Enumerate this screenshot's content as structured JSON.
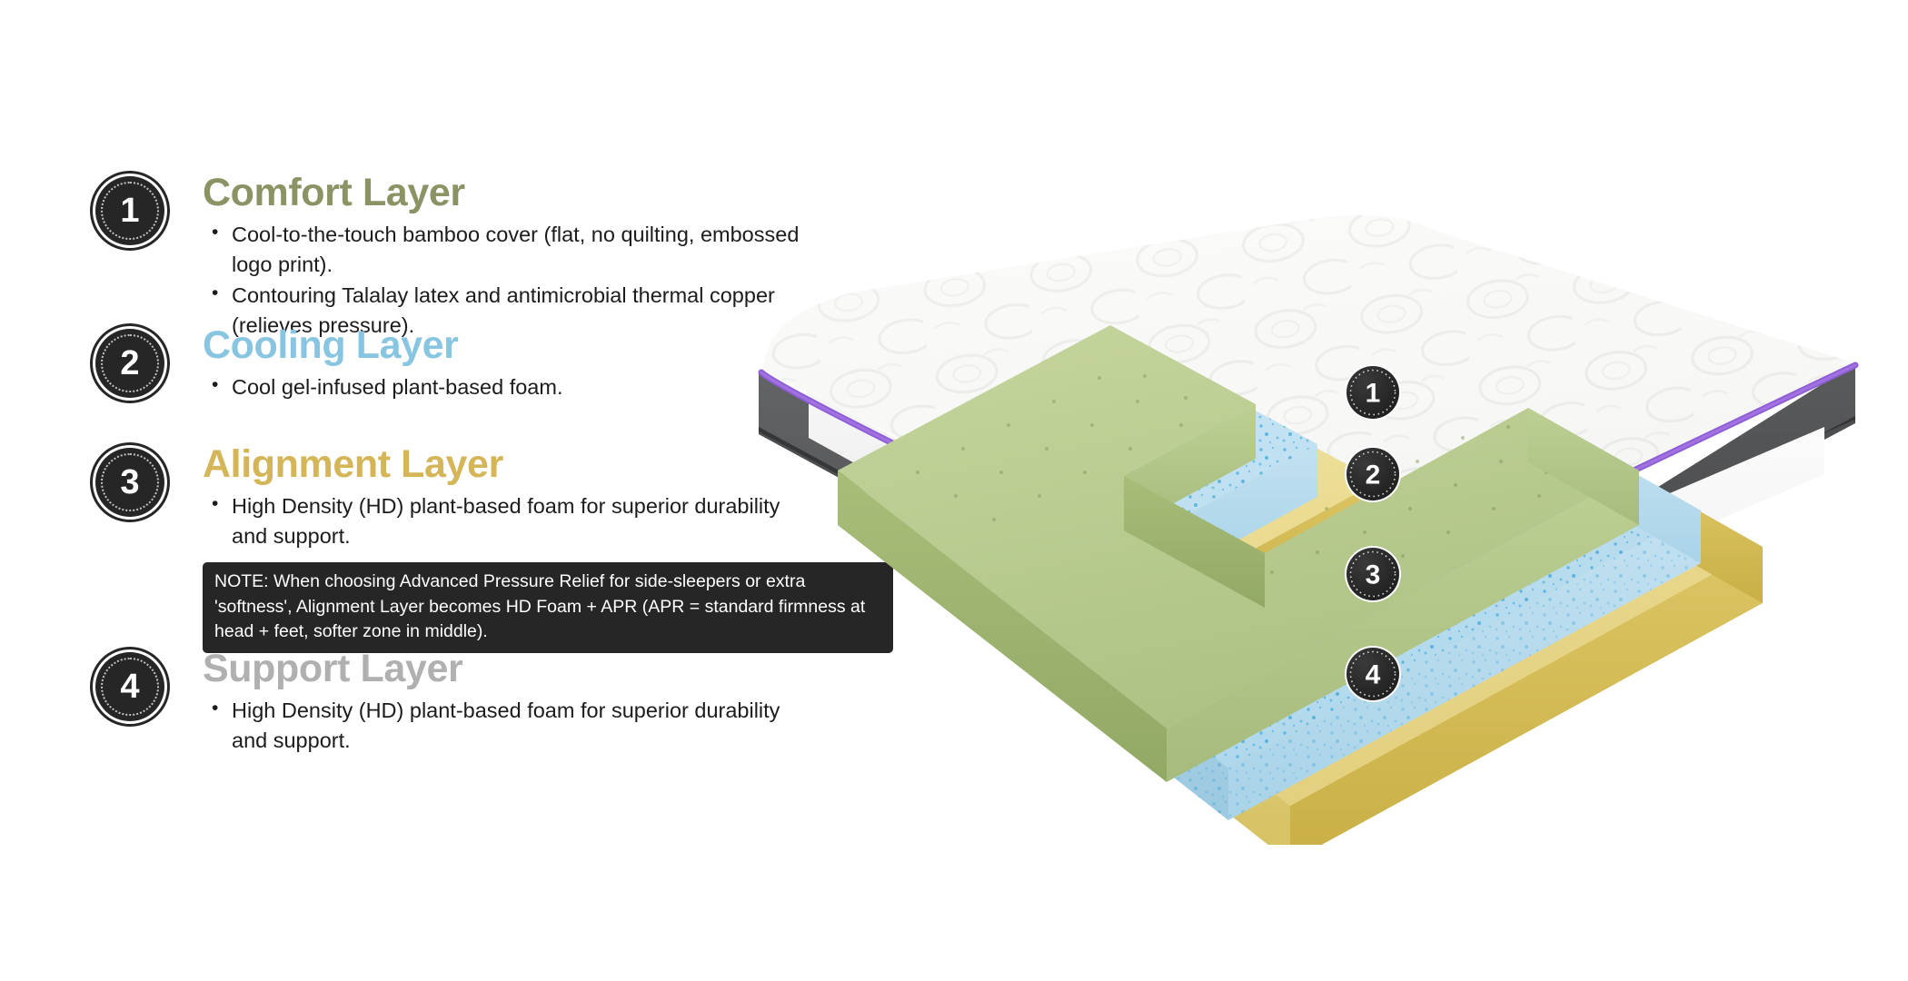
{
  "colors": {
    "comfort_title": "#8b9263",
    "cooling_title": "#88c5e0",
    "alignment_title": "#d4b558",
    "support_title": "#b0b0b0",
    "badge_fill": "#262626",
    "note_bg": "#262626",
    "note_text": "#ffffff",
    "body_text": "#1c1c1c",
    "cover_white": "#f7f7f5",
    "cover_shadow": "#e4e4e2",
    "piping_purple": "#8e5ed6",
    "side_gray": "#57585a",
    "side_gray_dark": "#3f4042",
    "layer1_green": "#b9cc8f",
    "layer1_green_dark": "#93a86a",
    "layer1_green_edge": "#7e9357",
    "layer2_blue": "#bfe0f0",
    "layer2_blue_dark": "#a4cfe6",
    "layer2_speck": "#35a5dc",
    "layer3_yellow": "#ead98d",
    "layer3_yellow_dark": "#d6c163",
    "layer3_yellow_edge": "#cbb24f",
    "layer4_white": "#fbfbfb",
    "layer4_white_dark": "#e7e7e7"
  },
  "legend": {
    "layers": [
      {
        "number": "1",
        "title": "Comfort Layer",
        "title_color": "#8b9263",
        "bullets": [
          "Cool-to-the-touch bamboo cover (flat, no quilting, embossed logo print).",
          "Contouring Talalay latex and antimicrobial thermal copper (relieves pressure)."
        ]
      },
      {
        "number": "2",
        "title": "Cooling Layer",
        "title_color": "#88c5e0",
        "bullets": [
          "Cool gel-infused plant-based foam."
        ]
      },
      {
        "number": "3",
        "title": "Alignment Layer",
        "title_color": "#d4b558",
        "bullets": [
          "High Density (HD) plant-based foam for superior durability and support."
        ]
      },
      {
        "number": "4",
        "title": "Support Layer",
        "title_color": "#b0b0b0",
        "bullets": [
          "High Density (HD) plant-based foam for superior durability and support."
        ]
      }
    ],
    "note": "NOTE: When choosing Advanced Pressure Relief for side-sleepers or extra 'softness', Alignment Layer becomes HD Foam + APR (APR = standard firmness at head + feet, softer zone in middle)."
  },
  "figure": {
    "callouts": [
      {
        "number": "1",
        "layer": "Comfort Layer"
      },
      {
        "number": "2",
        "layer": "Cooling Layer"
      },
      {
        "number": "3",
        "layer": "Alignment Layer"
      },
      {
        "number": "4",
        "layer": "Support Layer"
      }
    ]
  }
}
